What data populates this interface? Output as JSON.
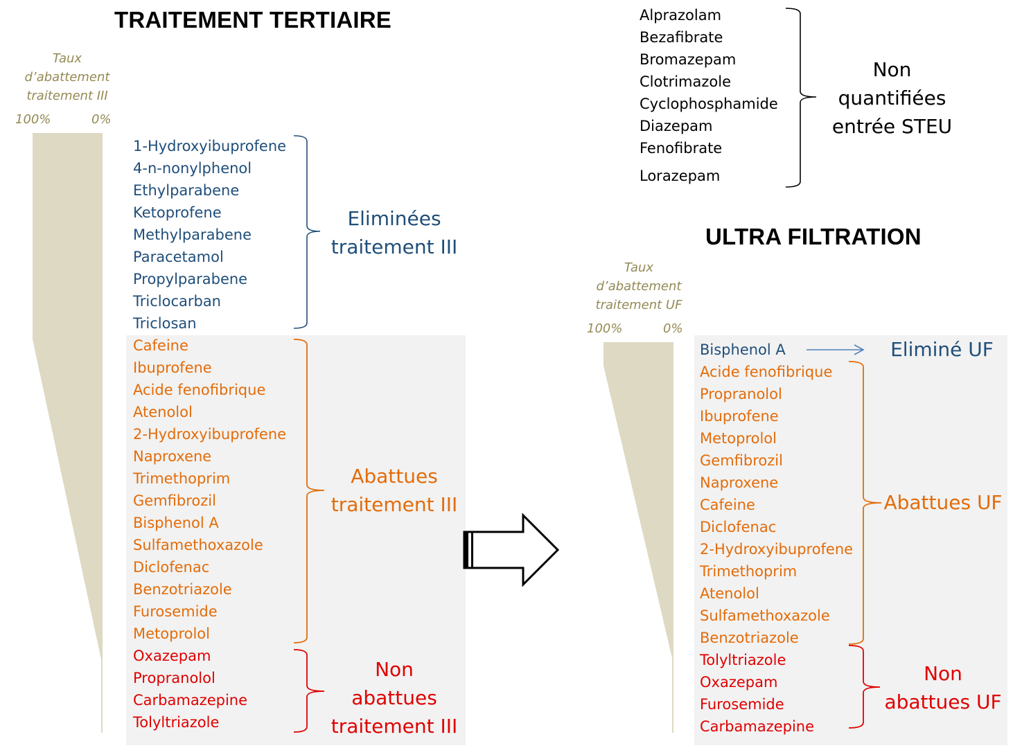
{
  "left": {
    "title": "TRAITEMENT TERTIAIRE",
    "scale": {
      "caption": [
        "Taux",
        "d’abattement",
        "traitement III"
      ],
      "max_label": "100%",
      "min_label": "0%"
    },
    "eliminated": {
      "items": [
        "1-Hydroxyibuprofene",
        "4-n-nonylphenol",
        "Ethylparabene",
        "Ketoprofene",
        "Methylparabene",
        "Paracetamol",
        "Propylparabene",
        "Triclocarban",
        "Triclosan"
      ],
      "label": [
        "Eliminées",
        "traitement III"
      ]
    },
    "reduced": {
      "items": [
        "Cafeine",
        "Ibuprofene",
        "Acide fenofibrique",
        "Atenolol",
        "2-Hydroxyibuprofene",
        "Naproxene",
        "Trimethoprim",
        "Gemfibrozil",
        "Bisphenol A",
        "Sulfamethoxazole",
        "Diclofenac",
        "Benzotriazole",
        "Furosemide",
        "Metoprolol"
      ],
      "label": [
        "Abattues",
        "traitement III"
      ]
    },
    "not_reduced": {
      "items": [
        "Oxazepam",
        "Propranolol",
        "Carbamazepine",
        "Tolyltriazole"
      ],
      "label": [
        "Non",
        "abattues",
        "traitement III"
      ]
    }
  },
  "not_quantified": {
    "items": [
      "Alprazolam",
      "Bezafibrate",
      "Bromazepam",
      "Clotrimazole",
      "Cyclophosphamide",
      "Diazepam",
      "Fenofibrate",
      "Lorazepam"
    ],
    "label": [
      "Non",
      "quantifiées",
      "entrée STEU"
    ]
  },
  "right": {
    "title": "ULTRA FILTRATION",
    "scale": {
      "caption": [
        "Taux",
        "d’abattement",
        "traitement UF"
      ],
      "max_label": "100%",
      "min_label": "0%"
    },
    "eliminated": {
      "item": "Bisphenol A",
      "label": "Eliminé UF"
    },
    "reduced": {
      "items": [
        "Acide fenofibrique",
        "Propranolol",
        "Ibuprofene",
        "Metoprolol",
        "Gemfibrozil",
        "Naproxene",
        "Cafeine",
        "Diclofenac",
        "2-Hydroxyibuprofene",
        "Trimethoprim",
        "Atenolol",
        "Sulfamethoxazole",
        "Benzotriazole"
      ],
      "label": "Abattues UF"
    },
    "not_reduced": {
      "items": [
        "Tolyltriazole",
        "Oxazepam",
        "Furosemide",
        "Carbamazepine"
      ],
      "label": [
        "Non",
        "abattues UF"
      ]
    }
  },
  "colors": {
    "eliminated": "#1f4e79",
    "reduced": "#e36c09",
    "not_reduced": "#e00000",
    "scale": "#948a54",
    "wedge": "#ddd9c3",
    "panel": "#f2f2f2"
  }
}
